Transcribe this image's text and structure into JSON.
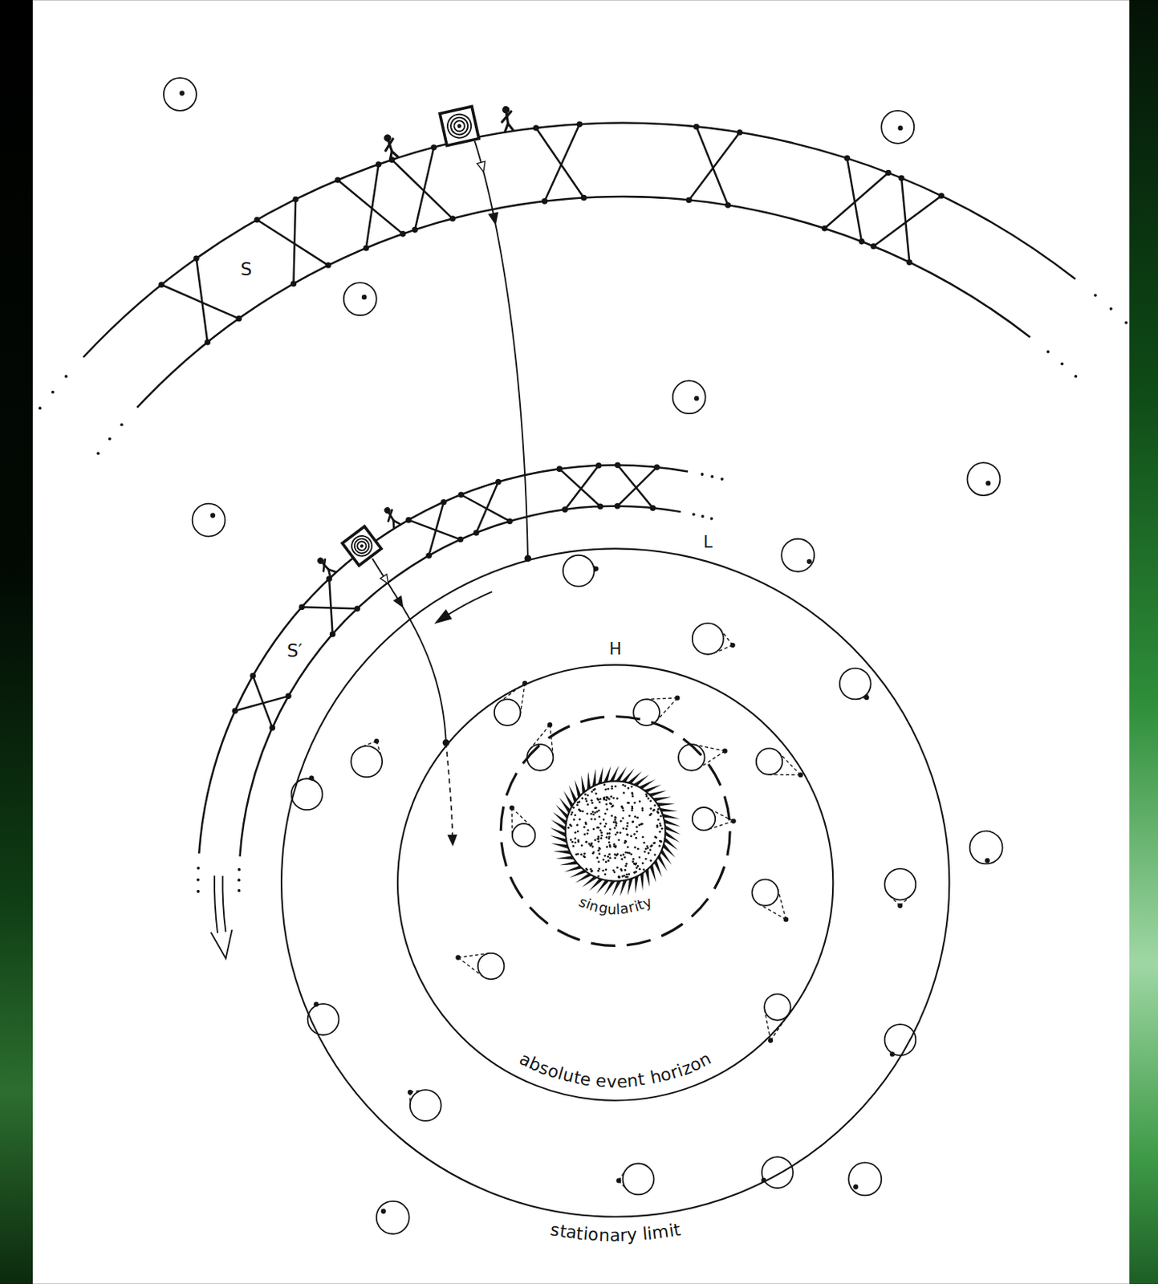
{
  "diagram": {
    "labels": [
      "S",
      "L",
      "S′",
      "H",
      "singularity",
      "absolute event horizon",
      "stationary limit"
    ]
  }
}
